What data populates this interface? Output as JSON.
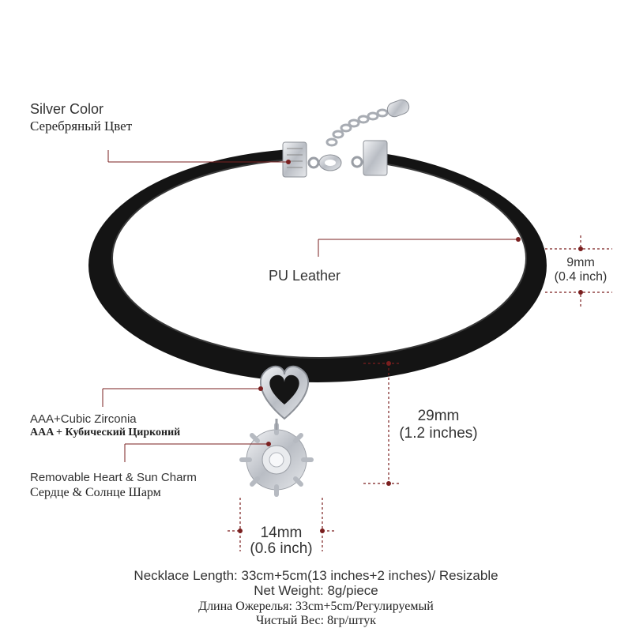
{
  "callouts": {
    "silver": {
      "en": "Silver Color",
      "ru": "Серебряный Цвет"
    },
    "leather": {
      "en": "PU Leather"
    },
    "zirconia": {
      "en": "AAA+Cubic Zirconia",
      "ru": "AAA + Кубический Цирконий"
    },
    "charm": {
      "en": "Removable Heart & Sun Charm",
      "ru": "Сердце & Солнце Шарм"
    }
  },
  "dimensions": {
    "band_width": {
      "mm": "9mm",
      "inch": "(0.4 inch)"
    },
    "pendant_height": {
      "mm": "29mm",
      "inch": "(1.2 inches)"
    },
    "pendant_width": {
      "mm": "14mm",
      "inch": "(0.6 inch)"
    }
  },
  "specs": {
    "length_en": "Necklace Length: 33cm+5cm(13 inches+2 inches)/ Resizable",
    "weight_en": "Net Weight: 8g/piece",
    "length_ru": "Длина Ожерелья: 33cm+5cm/Регулируемый",
    "weight_ru": "Чистый Вес: 8гр/штук"
  },
  "colors": {
    "leader": "#7a1f1f",
    "leather": "#151515",
    "silver": "#c9ccd1"
  }
}
